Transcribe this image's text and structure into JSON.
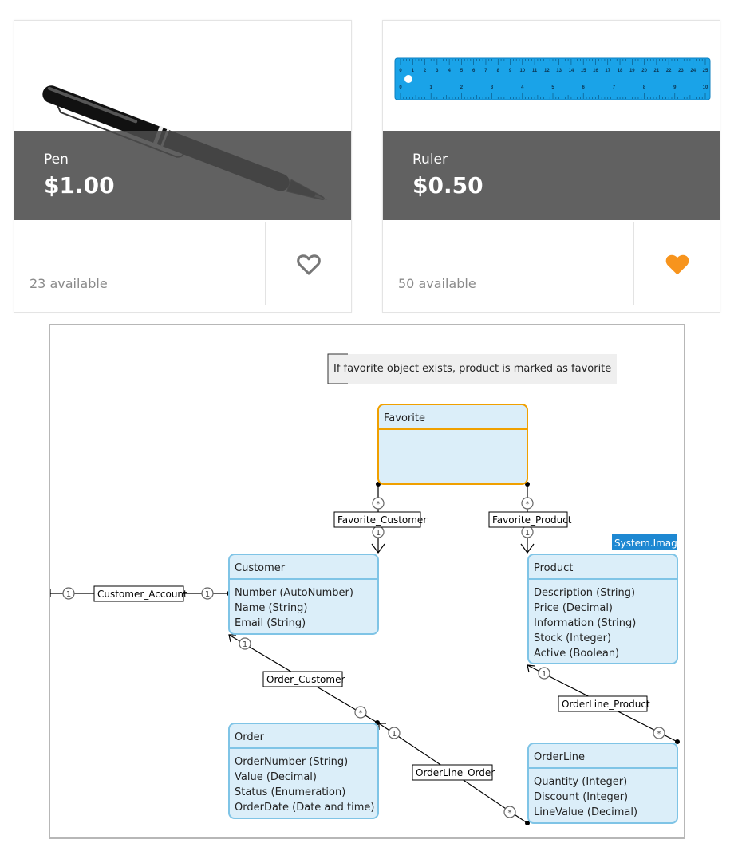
{
  "products": [
    {
      "name": "Pen",
      "price": "$1.00",
      "availability": "23 available",
      "favorite": false,
      "image_icon": "pen-icon"
    },
    {
      "name": "Ruler",
      "price": "$0.50",
      "availability": "50 available",
      "favorite": true,
      "image_icon": "ruler-icon"
    }
  ],
  "colors": {
    "band": "#555555",
    "favorite_active": "#f7941d",
    "favorite_inactive": "#777777",
    "entity_fill": "#dbeef9",
    "entity_border": "#7fc4e6",
    "entity_highlight": "#f0a000",
    "tag": "#1e88d2",
    "ruler": "#1aa3e8"
  },
  "ruler_marks": {
    "top": [
      "0",
      "1",
      "2",
      "3",
      "4",
      "5",
      "6",
      "7",
      "8",
      "9",
      "10",
      "11",
      "12",
      "13",
      "14",
      "15",
      "16",
      "17",
      "18",
      "19",
      "20",
      "21",
      "22",
      "23",
      "24",
      "25"
    ],
    "bottom": [
      "0",
      "1",
      "2",
      "3",
      "4",
      "5",
      "6",
      "7",
      "8",
      "9",
      "10"
    ]
  },
  "diagram": {
    "note": "If favorite object exists, product is marked as favorite",
    "tag": "System.Image",
    "entities": {
      "favorite": {
        "title": "Favorite",
        "attributes": []
      },
      "customer": {
        "title": "Customer",
        "attributes": [
          "Number (AutoNumber)",
          "Name (String)",
          "Email (String)"
        ]
      },
      "product": {
        "title": "Product",
        "attributes": [
          "Description (String)",
          "Price (Decimal)",
          "Information (String)",
          "Stock (Integer)",
          "Active (Boolean)"
        ]
      },
      "order": {
        "title": "Order",
        "attributes": [
          "OrderNumber (String)",
          "Value (Decimal)",
          "Status (Enumeration)",
          "OrderDate (Date and time)"
        ]
      },
      "orderline": {
        "title": "OrderLine",
        "attributes": [
          "Quantity (Integer)",
          "Discount (Integer)",
          "LineValue (Decimal)"
        ]
      }
    },
    "associations": {
      "favorite_customer": "Favorite_Customer",
      "favorite_product": "Favorite_Product",
      "customer_account": "Customer_Account",
      "order_customer": "Order_Customer",
      "orderline_product": "OrderLine_Product",
      "orderline_order": "OrderLine_Order"
    },
    "multiplicity": {
      "one": "1",
      "many": "*"
    }
  }
}
